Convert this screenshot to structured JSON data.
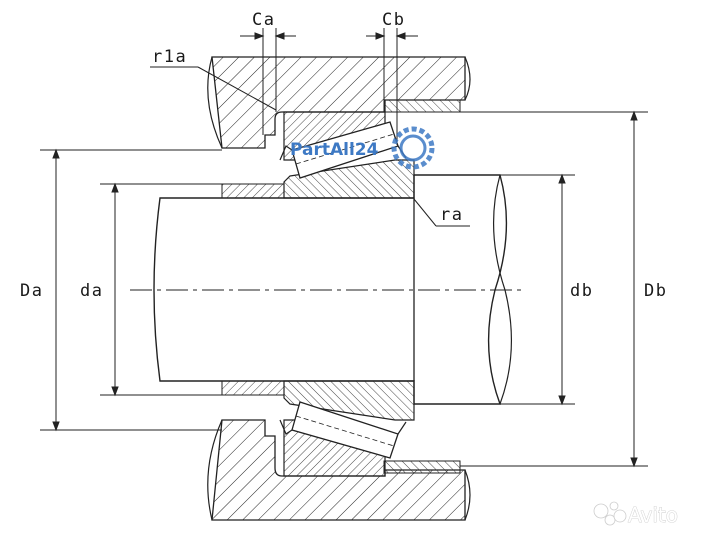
{
  "labels": {
    "ca": "Ca",
    "cb": "Cb",
    "r1a": "r1a",
    "ra": "ra",
    "Da": "Da",
    "da": "da",
    "db": "db",
    "Db": "Db"
  },
  "watermark": {
    "brand": "PartAll24",
    "site": "Avito",
    "brand_color": "#3d79c4"
  },
  "icons": {
    "watermark_gear": "gear-icon",
    "avito_logo": "avito-dots-icon"
  }
}
